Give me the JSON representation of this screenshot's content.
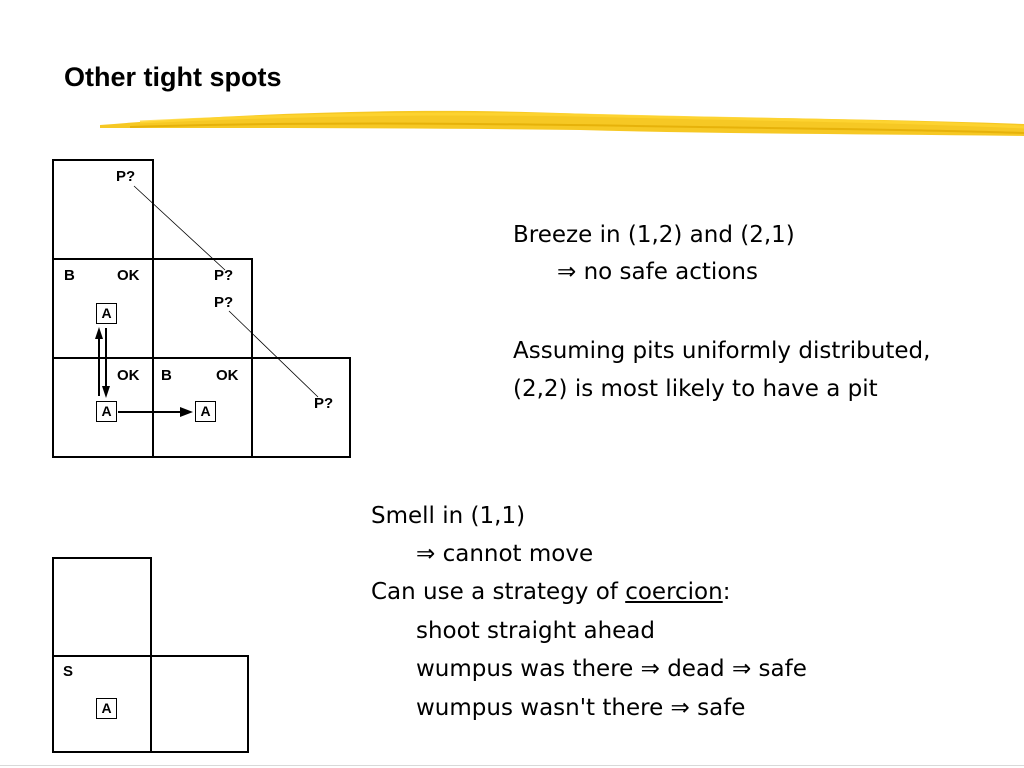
{
  "slide": {
    "title": "Other tight spots",
    "accent_color": "#f5c518"
  },
  "diagram1": {
    "pit_top": "P?",
    "cell_12_left": "B",
    "cell_12_ok": "OK",
    "agent_12": "A",
    "cell_22_p1": "P?",
    "cell_22_p2": "P?",
    "cell_11_ok": "OK",
    "agent_11": "A",
    "cell_21_left": "B",
    "cell_21_ok": "OK",
    "agent_21": "A",
    "pit_right": "P?"
  },
  "text1": {
    "line1": "Breeze in (1,2) and (2,1)",
    "line2": "⇒ no safe actions",
    "line3": "Assuming pits uniformly distributed,",
    "line4": "(2,2) is most likely to have a pit"
  },
  "diagram2": {
    "smell_label": "S",
    "agent": "A"
  },
  "text2": {
    "line1": "Smell in (1,1)",
    "line2": "⇒ cannot move",
    "line3_pre": "Can use a strategy of ",
    "line3_link": "coercion",
    "line3_post": ":",
    "line4": "shoot straight ahead",
    "line5": "wumpus was there ⇒ dead ⇒ safe",
    "line6": "wumpus wasn't there ⇒ safe"
  }
}
